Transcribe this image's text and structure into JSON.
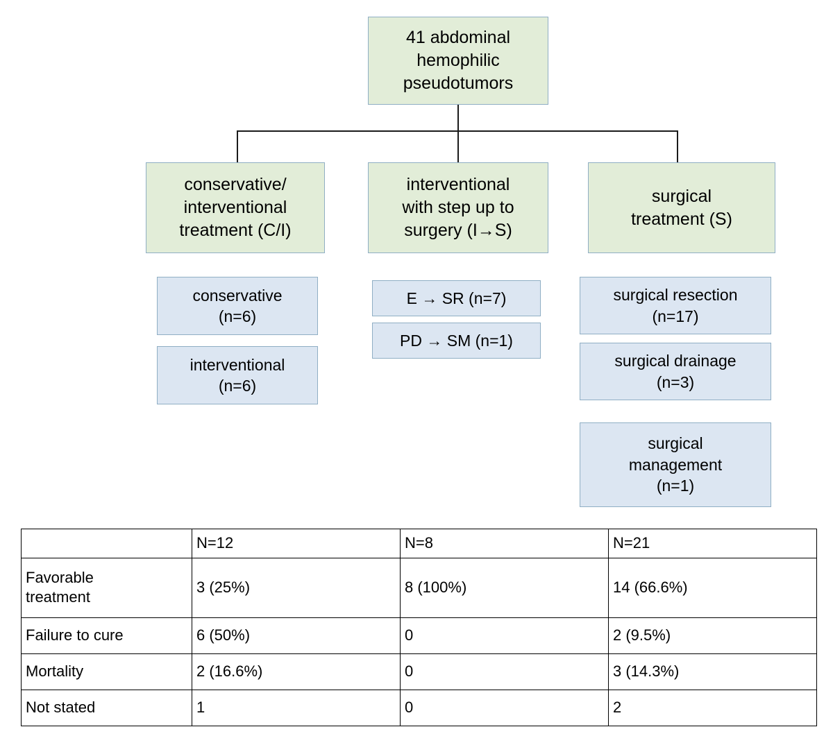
{
  "diagram": {
    "root": {
      "label": "41 abdominal\nhemophilic\npseudotumors"
    },
    "branches": [
      {
        "id": "conservative-interventional",
        "label": "conservative/\ninterventional\ntreatment (C/I)",
        "children": [
          {
            "id": "conservative",
            "label": "conservative\n(n=6)"
          },
          {
            "id": "interventional",
            "label": "interventional\n(n=6)"
          }
        ]
      },
      {
        "id": "interventional-step-up",
        "label": "interventional\nwith step up to\nsurgery (I→S)",
        "children": [
          {
            "id": "e-to-sr",
            "label": "E → SR (n=7)"
          },
          {
            "id": "pd-to-sm",
            "label": "PD → SM (n=1)"
          }
        ]
      },
      {
        "id": "surgical",
        "label": "surgical\ntreatment (S)",
        "children": [
          {
            "id": "surgical-resection",
            "label": "surgical resection\n(n=17)"
          },
          {
            "id": "surgical-drainage",
            "label": "surgical drainage\n(n=3)"
          },
          {
            "id": "surgical-management",
            "label": "surgical\nmanagement\n(n=1)"
          }
        ]
      }
    ]
  },
  "outcomes_table": {
    "row_label_header": "",
    "column_headers": [
      "N=12",
      "N=8",
      "N=21"
    ],
    "rows": [
      {
        "label": "Favorable\ntreatment",
        "values": [
          "3 (25%)",
          "8 (100%)",
          "14 (66.6%)"
        ]
      },
      {
        "label": "Failure to cure",
        "values": [
          "6 (50%)",
          "0",
          "2 (9.5%)"
        ]
      },
      {
        "label": "Mortality",
        "values": [
          "2 (16.6%)",
          "0",
          "3 (14.3%)"
        ]
      },
      {
        "label": "Not stated",
        "values": [
          "1",
          "0",
          "2"
        ]
      }
    ]
  },
  "colors": {
    "green_fill": "#e2edd8",
    "blue_fill": "#dce6f2",
    "box_border": "#8faec4",
    "connector": "#1a1a1a",
    "table_border": "#000000"
  },
  "chart_data": {
    "type": "table",
    "title": "Treatment outcomes of 41 abdominal hemophilic pseudotumors",
    "categories": [
      "Favorable treatment",
      "Failure to cure",
      "Mortality",
      "Not stated"
    ],
    "series": [
      {
        "name": "conservative/interventional treatment (C/I), N=12",
        "values": [
          3,
          6,
          2,
          1
        ],
        "percent": [
          "25%",
          "50%",
          "16.6%",
          null
        ]
      },
      {
        "name": "interventional with step up to surgery (I→S), N=8",
        "values": [
          8,
          0,
          0,
          0
        ],
        "percent": [
          "100%",
          null,
          null,
          null
        ]
      },
      {
        "name": "surgical treatment (S), N=21",
        "values": [
          14,
          2,
          3,
          2
        ],
        "percent": [
          "66.6%",
          "9.5%",
          "14.3%",
          null
        ]
      }
    ],
    "totals": {
      "C/I": 12,
      "I_to_S": 8,
      "S": 21,
      "all": 41
    },
    "xlabel": "",
    "ylabel": "",
    "grid": true,
    "legend": "none"
  }
}
